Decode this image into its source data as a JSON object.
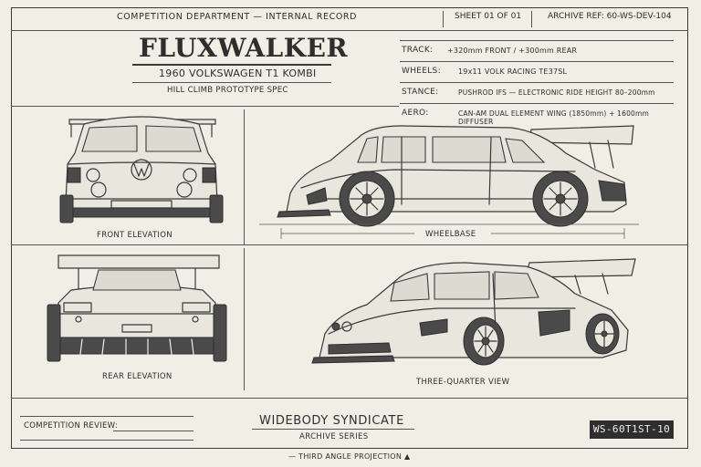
{
  "header": {
    "department": "COMPETITION DEPARTMENT — INTERNAL RECORD",
    "sheet": "SHEET 01 OF 01",
    "archive_ref": "ARCHIVE REF: 60-WS-DEV-104"
  },
  "title": {
    "name": "FLUXWALKER",
    "vehicle": "1960 VOLKSWAGEN T1 KOMBI",
    "spec": "HILL CLIMB PROTOTYPE SPEC"
  },
  "specs": [
    {
      "label": "TRACK:",
      "value": "+320mm FRONT / +300mm REAR"
    },
    {
      "label": "WHEELS:",
      "value": "19x11 VOLK RACING TE37SL"
    },
    {
      "label": "STANCE:",
      "value": "PUSHROD IFS — ELECTRONIC RIDE HEIGHT 80–200mm"
    },
    {
      "label": "AERO:",
      "value": "CAN-AM DUAL ELEMENT WING (1850mm) + 1600mm DIFFUSER"
    }
  ],
  "views": {
    "front": "FRONT ELEVATION",
    "wheelbase": "WHEELBASE",
    "rear": "REAR ELEVATION",
    "three_quarter": "THREE-QUARTER VIEW"
  },
  "footer": {
    "review": "COMPETITION REVIEW:",
    "brand": "WIDEBODY SYNDICATE",
    "series": "ARCHIVE SERIES",
    "code": "WS-60T1ST-10",
    "projection": "— THIRD ANGLE PROJECTION ▲"
  }
}
